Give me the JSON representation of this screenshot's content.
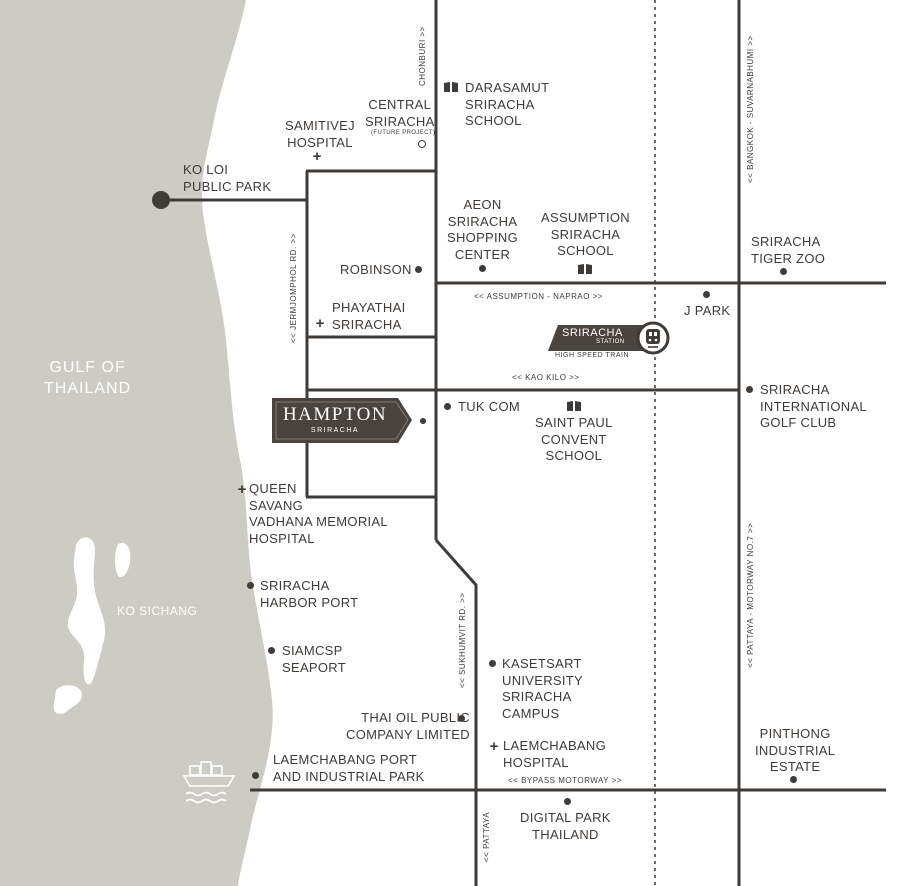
{
  "colors": {
    "sea": "#cdcbc5",
    "road": "#3f3b38",
    "text": "#3f3b38",
    "label_on_sea": "#ffffff"
  },
  "water": {
    "sea_name": "GULF OF\nTHAILAND",
    "island_name": "KO SICHANG"
  },
  "project": {
    "name": "HAMPTON",
    "subtitle": "SRIRACHA"
  },
  "station": {
    "name": "SRIRACHA",
    "sub": "STATION",
    "caption": "HIGH SPEED TRAIN",
    "icon": "train-icon"
  },
  "roads": {
    "chonburi": "CHONBURI >>",
    "bangkok_suvarnabhumi": "<< BANGKOK - SUVARNABHUMI >>",
    "jermjomphol": "<< JERMJOMPHOL RD. >>",
    "assumption_naprao": "<< ASSUMPTION - NAPRAO >>",
    "kao_kilo": "<< KAO KILO >>",
    "sukhumvit": "<< SUKHUMVIT RD. >>",
    "pattaya_motorway": "<< PATTAYA - MOTORWAY NO.7 >>",
    "bypass_motorway": "<< BYPASS MOTORWAY >>",
    "pattaya": "<< PATTAYA"
  },
  "places": {
    "ko_loi": "KO LOI\nPUBLIC PARK",
    "samitivej": "SAMITIVEJ\nHOSPITAL",
    "central": "CENTRAL\nSRIRACHA",
    "central_note": "(FUTURE PROJECT)",
    "darasamut": "DARASAMUT\nSRIRACHA\nSCHOOL",
    "aeon": "AEON\nSRIRACHA\nSHOPPING\nCENTER",
    "assumption": "ASSUMPTION\nSRIRACHA\nSCHOOL",
    "robinson": "ROBINSON",
    "phayathai": "PHAYATHAI\nSRIRACHA",
    "tiger_zoo": "SRIRACHA\nTIGER ZOO",
    "jpark": "J PARK",
    "tukcom": "TUK COM",
    "saint_paul": "SAINT PAUL\nCONVENT\nSCHOOL",
    "golf": "SRIRACHA\nINTERNATIONAL\nGOLF CLUB",
    "queen_savang": "QUEEN\nSAVANG\nVADHANA MEMORIAL\nHOSPITAL",
    "harbor": "SRIRACHA\nHARBOR PORT",
    "siamcsp": "SIAMCSP\nSEAPORT",
    "kasetsart": "KASETSART\nUNIVERSITY\nSRIRACHA\nCAMPUS",
    "thai_oil": "THAI OIL PUBLIC\nCOMPANY LIMITED",
    "laemchabang_hospital": "LAEMCHABANG\nHOSPITAL",
    "laemchabang_port": "LAEMCHABANG PORT\nAND INDUSTRIAL PARK",
    "pinthong": "PINTHONG\nINDUSTRIAL\nESTATE",
    "digital_park": "DIGITAL PARK\nTHAILAND"
  }
}
